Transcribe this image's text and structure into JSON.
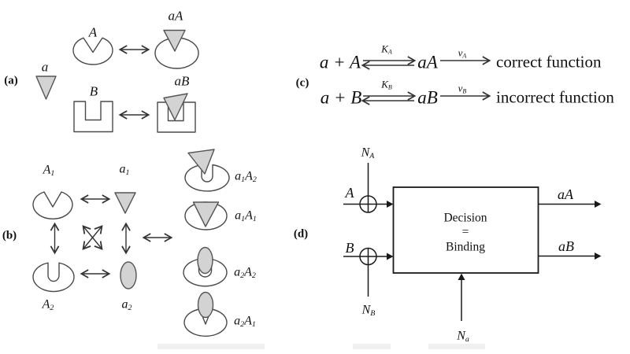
{
  "colors": {
    "background": "#ffffff",
    "shape_fill": "#d3d3d3",
    "shape_stroke": "#4a4a4a",
    "line_color": "#1a1a1a",
    "text_color": "#111111"
  },
  "panel_a": {
    "label": "(a)",
    "ligand_a": "a",
    "receptor_A": "A",
    "complex_aA": "aA",
    "receptor_B": "B",
    "complex_aB": "aB"
  },
  "panel_b": {
    "label": "(b)",
    "receptor_A1": [
      {
        "t": "A"
      },
      {
        "t": "1",
        "sub": true
      }
    ],
    "ligand_a1": [
      {
        "t": "a"
      },
      {
        "t": "1",
        "sub": true
      }
    ],
    "receptor_A2": [
      {
        "t": "A"
      },
      {
        "t": "2",
        "sub": true
      }
    ],
    "ligand_a2": [
      {
        "t": "a"
      },
      {
        "t": "2",
        "sub": true
      }
    ],
    "complex_a1A2": [
      {
        "t": "a"
      },
      {
        "t": "1",
        "sub": true
      },
      {
        "t": "A"
      },
      {
        "t": "2",
        "sub": true
      }
    ],
    "complex_a1A1": [
      {
        "t": "a"
      },
      {
        "t": "1",
        "sub": true
      },
      {
        "t": "A"
      },
      {
        "t": "1",
        "sub": true
      }
    ],
    "complex_a2A2": [
      {
        "t": "a"
      },
      {
        "t": "2",
        "sub": true
      },
      {
        "t": "A"
      },
      {
        "t": "2",
        "sub": true
      }
    ],
    "complex_a2A1": [
      {
        "t": "a"
      },
      {
        "t": "2",
        "sub": true
      },
      {
        "t": "A"
      },
      {
        "t": "1",
        "sub": true
      }
    ]
  },
  "panel_c": {
    "label": "(c)",
    "reactions": [
      {
        "reactants": "a + A",
        "equilibrium_constant": [
          {
            "t": "K"
          },
          {
            "t": "A",
            "sub": true
          }
        ],
        "complex": "aA",
        "rate": [
          {
            "t": "v"
          },
          {
            "t": "A",
            "sub": true
          }
        ],
        "outcome": "correct function"
      },
      {
        "reactants": "a + B",
        "equilibrium_constant": [
          {
            "t": "K"
          },
          {
            "t": "B",
            "sub": true
          }
        ],
        "complex": "aB",
        "rate": [
          {
            "t": "v"
          },
          {
            "t": "B",
            "sub": true
          }
        ],
        "outcome": "incorrect function"
      }
    ]
  },
  "panel_d": {
    "label": "(d)",
    "input_A": "A",
    "input_B": "B",
    "noise_NA": [
      {
        "t": "N"
      },
      {
        "t": "A",
        "sub": true
      }
    ],
    "noise_NB": [
      {
        "t": "N"
      },
      {
        "t": "B",
        "sub": true
      }
    ],
    "noise_Na": [
      {
        "t": "N"
      },
      {
        "t": "a",
        "sub": true
      }
    ],
    "box_line1": "Decision",
    "box_line2": "=",
    "box_line3": "Binding",
    "output_aA": "aA",
    "output_aB": "aB"
  }
}
